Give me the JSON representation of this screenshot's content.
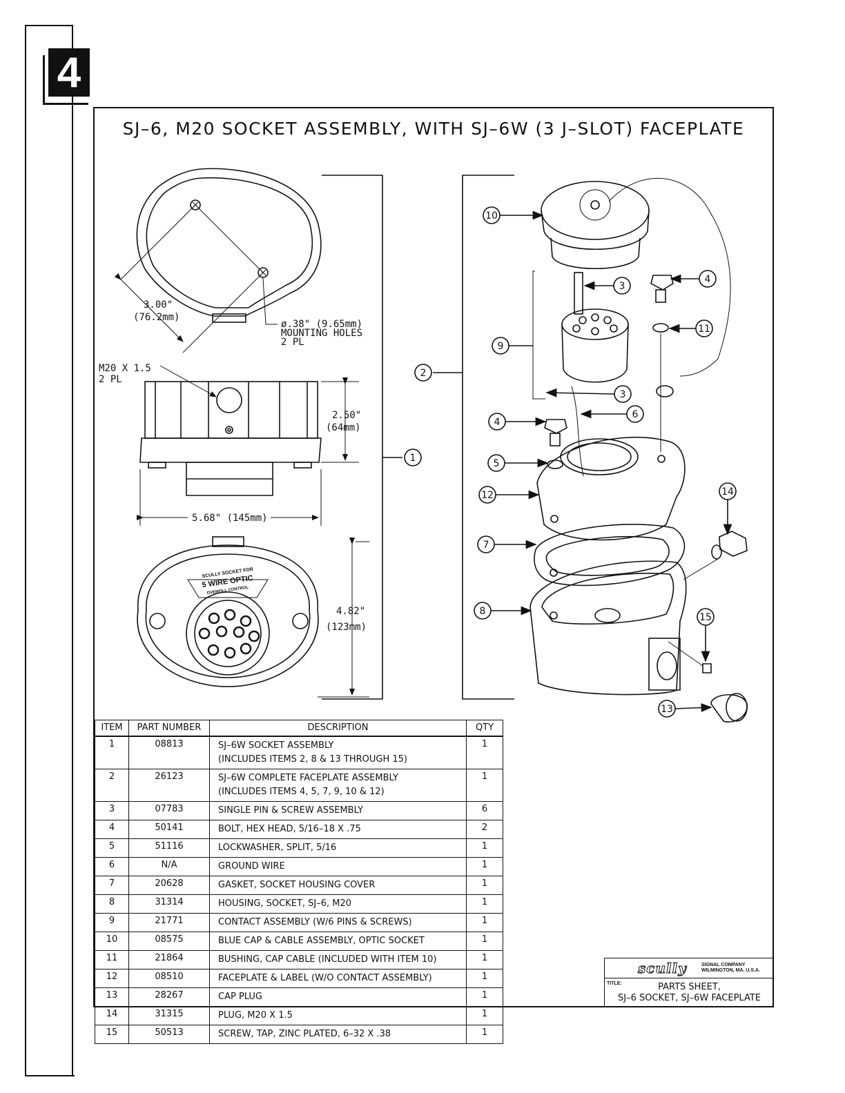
{
  "section_number": "4",
  "title": "SJ–6, M20 SOCKET ASSEMBLY, WITH SJ–6W (3 J–SLOT) FACEPLATE",
  "dimensions": {
    "hole_spacing": "3.00\"",
    "hole_spacing_metric": "(76.2mm)",
    "hole_dia": "ø.38\" (9.65mm)",
    "hole_label": "MOUNTING HOLES",
    "hole_count": "2 PL",
    "thread": "M20 X 1.5",
    "thread_count": "2 PL",
    "height": "2.50\"",
    "height_metric": "(64mm)",
    "width": "5.68\" (145mm)",
    "length": "4.82\"",
    "length_metric": "(123mm)"
  },
  "label_plate": {
    "line1": "SCULLY SOCKET FOR",
    "line2": "5 WIRE OPTIC",
    "line3": "OVERFILL CONTROL"
  },
  "callouts": [
    "1",
    "2",
    "3",
    "3",
    "4",
    "4",
    "5",
    "6",
    "7",
    "8",
    "9",
    "10",
    "11",
    "12",
    "13",
    "14",
    "15"
  ],
  "bom": {
    "headers": [
      "ITEM",
      "PART NUMBER",
      "DESCRIPTION",
      "QTY"
    ],
    "rows": [
      {
        "item": "1",
        "part": "08813",
        "desc": "SJ–6W SOCKET ASSEMBLY",
        "desc2": "(INCLUDES ITEMS 2, 8 & 13 THROUGH 15)",
        "qty": "1"
      },
      {
        "item": "2",
        "part": "26123",
        "desc": "SJ–6W COMPLETE FACEPLATE ASSEMBLY",
        "desc2": "(INCLUDES ITEMS 4, 5, 7, 9, 10 & 12)",
        "qty": "1"
      },
      {
        "item": "3",
        "part": "07783",
        "desc": "SINGLE PIN & SCREW ASSEMBLY",
        "qty": "6"
      },
      {
        "item": "4",
        "part": "50141",
        "desc": "BOLT, HEX HEAD, 5/16–18 X .75",
        "qty": "2"
      },
      {
        "item": "5",
        "part": "51116",
        "desc": "LOCKWASHER, SPLIT, 5/16",
        "qty": "1"
      },
      {
        "item": "6",
        "part": "N/A",
        "desc": "GROUND WIRE",
        "qty": "1"
      },
      {
        "item": "7",
        "part": "20628",
        "desc": "GASKET, SOCKET HOUSING COVER",
        "qty": "1"
      },
      {
        "item": "8",
        "part": "31314",
        "desc": "HOUSING, SOCKET, SJ–6, M20",
        "qty": "1"
      },
      {
        "item": "9",
        "part": "21771",
        "desc": "CONTACT ASSEMBLY (W/6 PINS & SCREWS)",
        "qty": "1"
      },
      {
        "item": "10",
        "part": "08575",
        "desc": "BLUE CAP & CABLE ASSEMBLY, OPTIC SOCKET",
        "qty": "1"
      },
      {
        "item": "11",
        "part": "21864",
        "desc": "BUSHING, CAP CABLE (INCLUDED WITH ITEM 10)",
        "qty": "1"
      },
      {
        "item": "12",
        "part": "08510",
        "desc": "FACEPLATE & LABEL (W/O CONTACT ASSEMBLY)",
        "qty": "1"
      },
      {
        "item": "13",
        "part": "28267",
        "desc": "CAP PLUG",
        "qty": "1"
      },
      {
        "item": "14",
        "part": "31315",
        "desc": "PLUG, M20 X 1.5",
        "qty": "1"
      },
      {
        "item": "15",
        "part": "50513",
        "desc": "SCREW, TAP, ZINC PLATED, 6–32 X .38",
        "qty": "1"
      }
    ]
  },
  "title_block": {
    "logo": "scully",
    "company_line1": "SIGNAL COMPANY",
    "company_line2": "WILMINGTON, MA. U.S.A.",
    "title_label": "TITLE:",
    "title_line1": "PARTS SHEET,",
    "title_line2": "SJ–6 SOCKET, SJ–6W FACEPLATE"
  }
}
